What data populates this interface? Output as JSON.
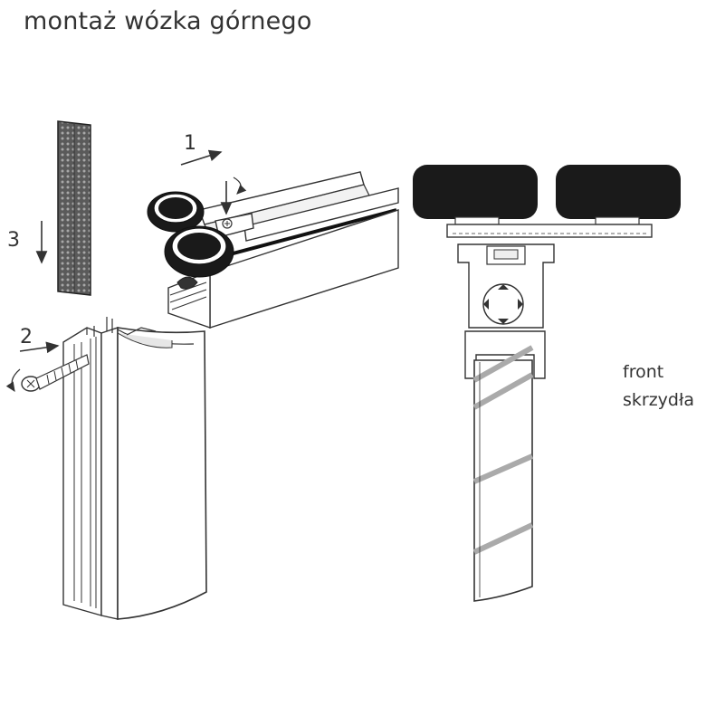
{
  "title": "montaż wózka górnego",
  "steps": [
    {
      "number": "1"
    },
    {
      "number": "2"
    },
    {
      "number": "3"
    }
  ],
  "side_label": {
    "line1": "front",
    "line2": "skrzydła"
  },
  "colors": {
    "ink": "#333333",
    "roller": "#1a1a1a",
    "profile_fill": "#ffffff",
    "shade": "#d9d9d9"
  }
}
